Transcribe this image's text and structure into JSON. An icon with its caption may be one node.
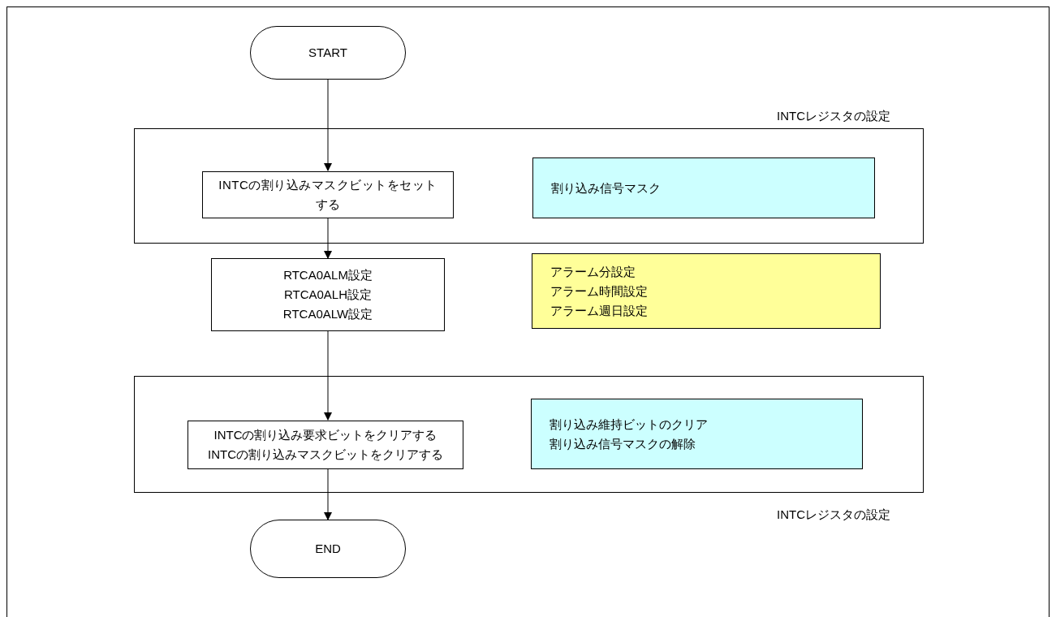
{
  "diagram": {
    "nodes": [
      {
        "text": [
          "START"
        ]
      },
      {
        "text": [
          "INTCレジスタの設定"
        ]
      },
      {
        "text": [
          "INTCの割り込みマスクビットをセットする"
        ],
        "in": 1
      },
      {
        "text": [
          "割り込み信号マスク"
        ],
        "in": 1
      },
      {
        "text": [
          "RTCA0ALM設定",
          "RTCA0ALH設定",
          "RTCA0ALW設定"
        ]
      },
      {
        "text": [
          "アラーム分設定",
          "アラーム時間設定",
          "アラーム週日設定"
        ]
      },
      {
        "text": [
          "INTCレジスタの設定"
        ]
      },
      {
        "text": [
          "INTCの割り込み要求ビットをクリアする",
          "INTCの割り込みマスクビットをクリアする"
        ],
        "in": 6
      },
      {
        "text": [
          "割り込み維持ビットのクリア",
          "割り込み信号マスクの解除"
        ],
        "in": 6
      },
      {
        "text": [
          "END"
        ]
      }
    ],
    "edges": [
      {
        "from": 0,
        "to": 2,
        "arrow": "to"
      },
      {
        "from": 2,
        "to": 4,
        "arrow": "to"
      },
      {
        "from": 4,
        "to": 7,
        "arrow": "to"
      },
      {
        "from": 7,
        "to": 9,
        "arrow": "to"
      }
    ]
  }
}
